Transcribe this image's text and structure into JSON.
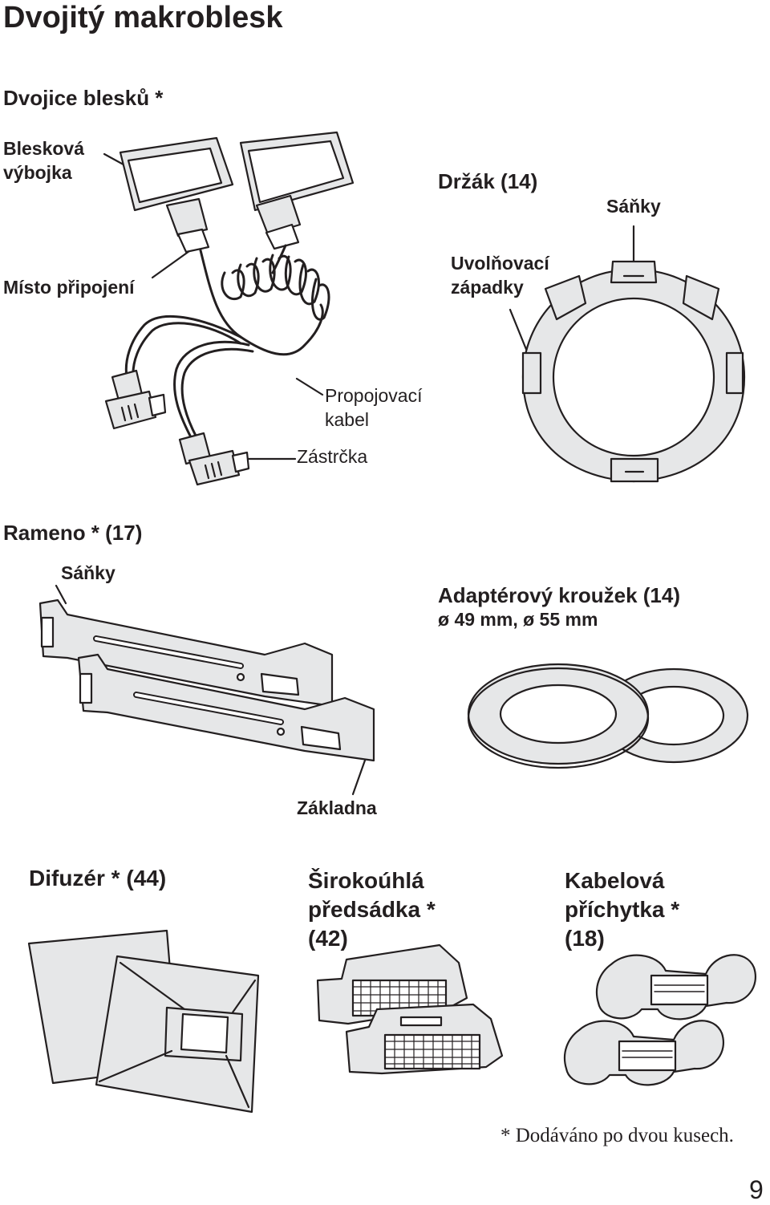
{
  "title": "Dvojitý makroblesk",
  "flashes": {
    "heading": "Dvojice blesků *",
    "label_flash_tube": "Blesková\nvýbojka",
    "label_connection": "Místo připojení",
    "label_cable": "Propojovací\nkabel",
    "label_plug": "Zástrčka"
  },
  "holder": {
    "heading": "Držák (14)",
    "label_shoes": "Sáňky",
    "label_latch": "Uvolňovací\nzápadky"
  },
  "arm": {
    "heading": "Rameno * (17)",
    "label_shoes": "Sáňky",
    "label_base": "Základna"
  },
  "adapter": {
    "heading": "Adaptérový kroužek (14)",
    "sizes": "ø 49 mm, ø 55 mm"
  },
  "diffuser": {
    "heading": "Difuzér * (44)"
  },
  "wide": {
    "heading": "Širokoúhlá\npředsádka *\n(42)"
  },
  "clip": {
    "heading": "Kabelová\npříchytka *\n(18)"
  },
  "footnote": "* Dodáváno po dvou kusech.",
  "page_number": "9"
}
